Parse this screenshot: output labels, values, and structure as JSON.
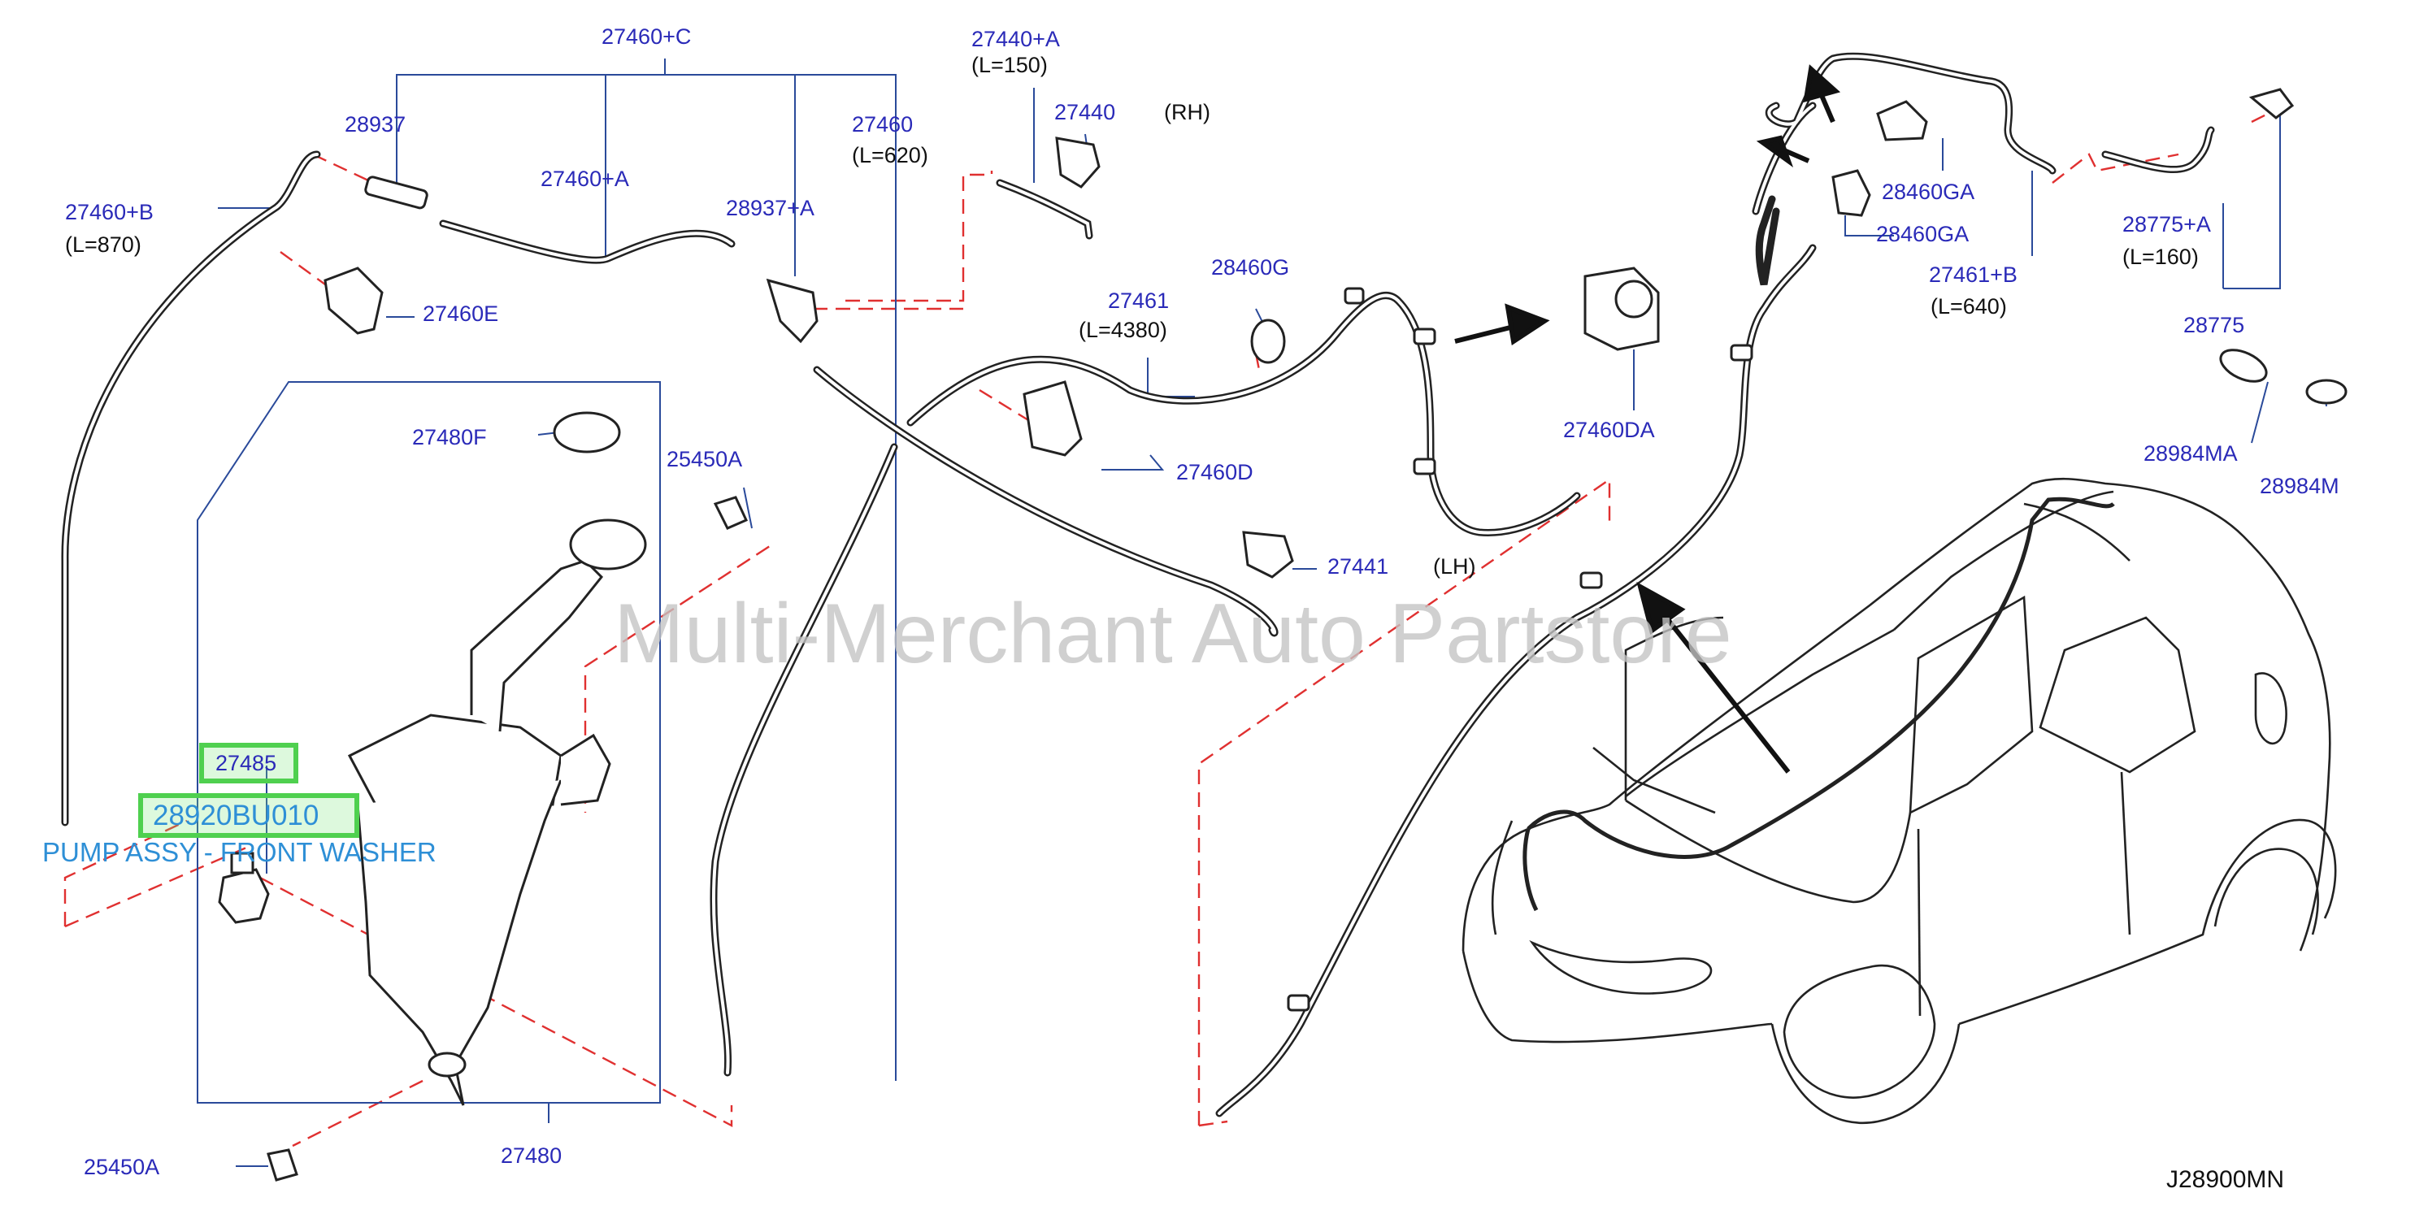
{
  "labels": {
    "p27460c": "27460+C",
    "p27440a": "27440+A",
    "p27440a_len": "(L=150)",
    "p27440": "27440",
    "rh": "(RH)",
    "p28937": "28937",
    "p27460a": "27460+A",
    "p27460": "27460",
    "p27460_len": "(L=620)",
    "p27460b": "27460+B",
    "p27460b_len": "(L=870)",
    "p28937a": "28937+A",
    "p27460e": "27460E",
    "p27461": "27461",
    "p27461_len": "(L=4380)",
    "p28460g": "28460G",
    "p27460da": "27460DA",
    "p27460d": "27460D",
    "p27480f": "27480F",
    "p25450a_top": "25450A",
    "p27441": "27441",
    "lh": "(LH)",
    "p28460ga_1": "28460GA",
    "p28460ga_2": "28460GA",
    "p27461b": "27461+B",
    "p27461b_len": "(L=640)",
    "p28775a": "28775+A",
    "p28775a_len": "(L=160)",
    "p28775": "28775",
    "p28984ma": "28984MA",
    "p28984m": "28984M",
    "p27480": "27480",
    "p25450a_bot": "25450A"
  },
  "highlight": {
    "part_27485": "27485",
    "part_number": "28920BU010",
    "part_name": "PUMP ASSY - FRONT WASHER"
  },
  "watermark": "Multi-Merchant Auto Partstore",
  "diagram_code": "J28900MN",
  "colors": {
    "label": "#2a2ab8",
    "leader": "#2a4a9a",
    "dash": "#e03030",
    "line": "#333333",
    "highlight_border": "#4fd04f",
    "highlight_text": "#2e8fd6"
  }
}
